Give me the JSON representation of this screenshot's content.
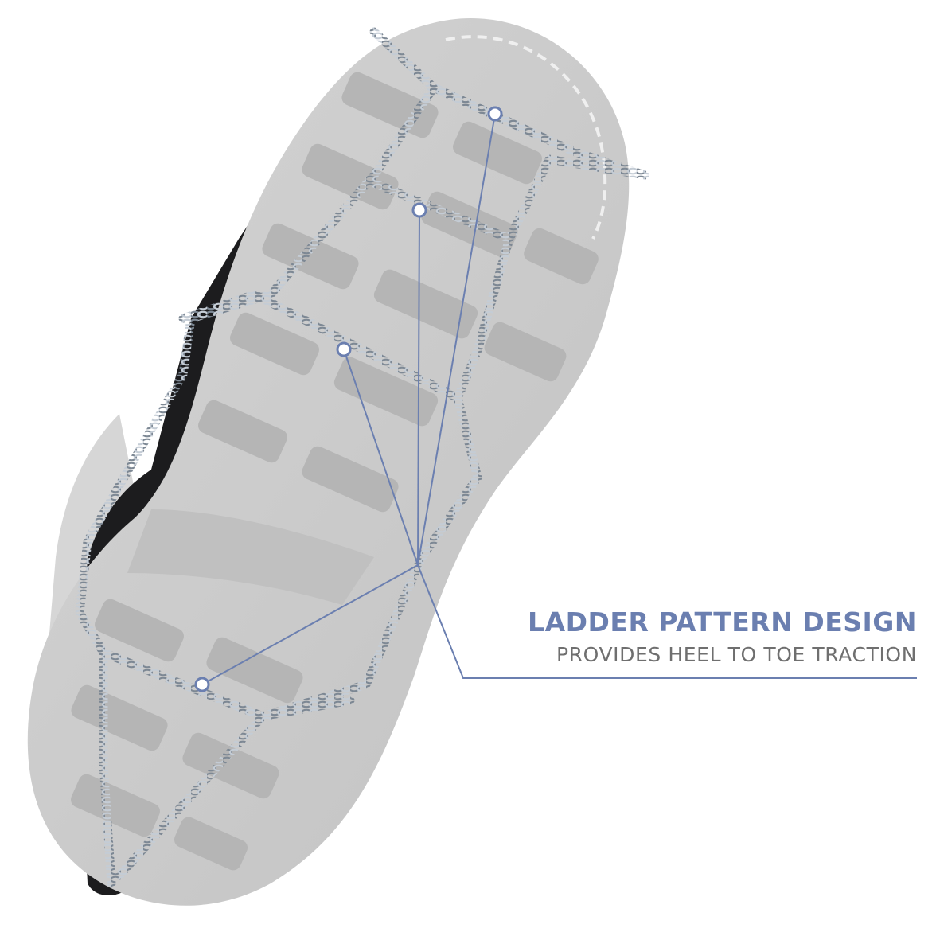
{
  "callout": {
    "title": "LADDER PATTERN DESIGN",
    "subtitle": "PROVIDES HEEL TO TOE TRACTION"
  },
  "colors": {
    "background": "#ffffff",
    "accent": "#6b7fb0",
    "subtitle": "#6f6f6f",
    "sole": "#c9c9c9",
    "sole_dark": "#b7b7b7",
    "sole_light": "#dadada",
    "strap": "#1c1c1e",
    "chain": "#b9c2cc",
    "chain_dark": "#7d8894"
  },
  "icons": {
    "product": "ice-cleat-sole-illustration",
    "marker": "callout-dot"
  }
}
